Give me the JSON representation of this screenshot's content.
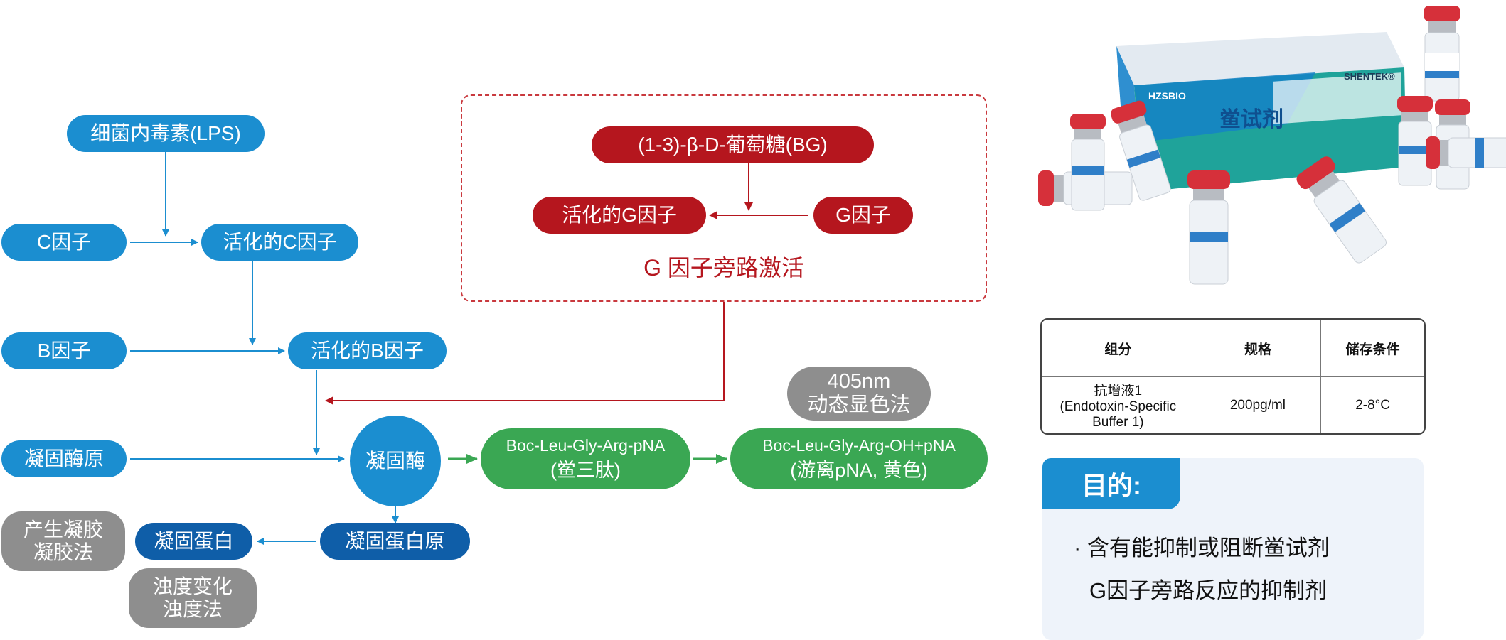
{
  "lps_pathway": {
    "lps": "细菌内毒素(LPS)",
    "factor_c": "C因子",
    "active_c": "活化的C因子",
    "factor_b": "B因子",
    "active_b": "活化的B因子",
    "proclotting_enzyme": "凝固酶原",
    "clotting_enzyme": "凝固酶",
    "coagulogen": "凝固蛋白原",
    "coagulin": "凝固蛋白"
  },
  "g_pathway": {
    "bg": "(1-3)-β-D-葡萄糖(BG)",
    "factor_g": "G因子",
    "active_g": "活化的G因子",
    "title": "G 因子旁路激活"
  },
  "chromogenic": {
    "method_line1": "405nm",
    "method_line2": "动态显色法",
    "substrate_line1": "Boc-Leu-Gly-Arg-pNA",
    "substrate_line2": "(鲎三肽)",
    "product_line1": "Boc-Leu-Gly-Arg-OH+pNA",
    "product_line2": "(游离pNA, 黄色)"
  },
  "gel_method": {
    "line1": "产生凝胶",
    "line2": "凝胶法"
  },
  "turbidimetric_method": {
    "line1": "浊度变化",
    "line2": "浊度法"
  },
  "product_image": {
    "brand": "SHENTEK®",
    "box_name": "鲎试剂",
    "logo": "HZSBIO"
  },
  "spec_table": {
    "headers": [
      "组分",
      "规格",
      "储存条件"
    ],
    "row": {
      "component_line1": "抗增液1",
      "component_line2": "(Endotoxin-Specific Buffer 1)",
      "spec": "200pg/ml",
      "storage": "2-8°C"
    }
  },
  "purpose": {
    "title": "目的:",
    "line1": "· 含有能抑制或阻断鲎试剂",
    "line2": "G因子旁路反应的抑制剂"
  },
  "colors": {
    "blue": "#1b8ed0",
    "dark_blue": "#0f5ea8",
    "red": "#b5161e",
    "green": "#3aa753",
    "gray": "#8e8e8e"
  }
}
